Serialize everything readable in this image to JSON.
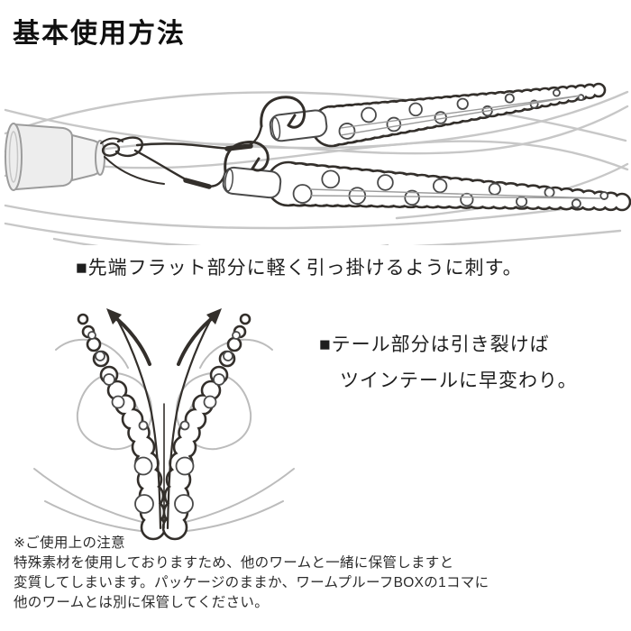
{
  "title": "基本使用方法",
  "step1": {
    "caption": "■先端フラット部分に軽く引っ掛けるように刺す。",
    "illustration": "jighead-wire-rig-with-two-ribbed-worms"
  },
  "step2": {
    "caption_line1": "■テール部分は引き裂けば",
    "caption_line2": "ツインテールに早変わり。",
    "illustration": "tail-split-into-twin-tails-with-arrows"
  },
  "notes": {
    "heading": "※ご使用上の注意",
    "line1": "特殊素材を使用しておりますため、他のワームと一緒に保管しますと",
    "line2": "変質してしまいます。パッケージのままか、ワームプルーフBOXの1コマに",
    "line3": "他のワームとは別に保管してください。"
  },
  "colors": {
    "ink": "#332f2b",
    "flow_line_gray": "#c7c7c7",
    "splash_gray": "#bcbcbc",
    "jig_fill": "#ededed",
    "jig_stroke": "#9c9c9c",
    "text": "#1e1e1e"
  }
}
